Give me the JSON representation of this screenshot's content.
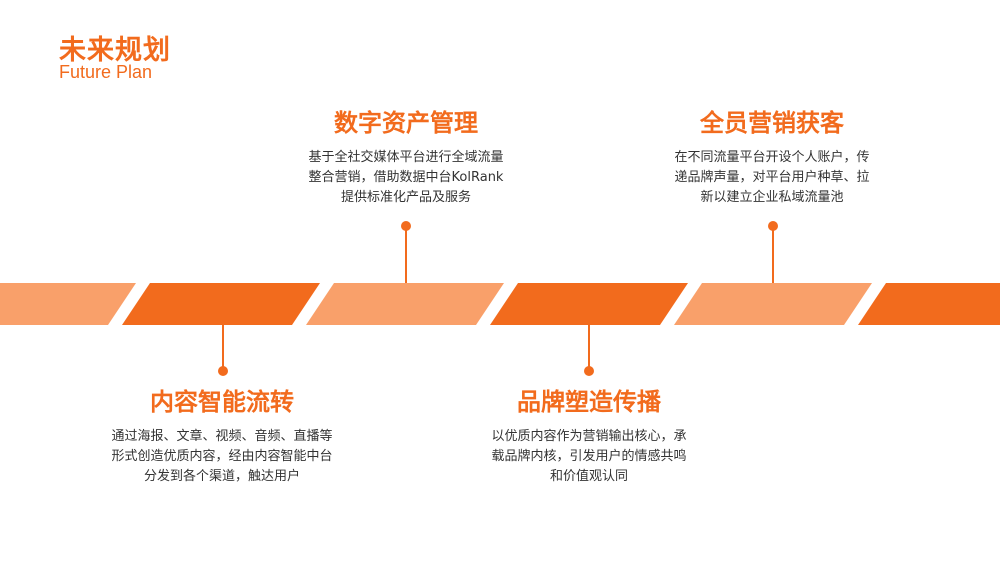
{
  "title": {
    "cn": "未来规划",
    "en": "Future Plan"
  },
  "items": [
    {
      "title": "数字资产管理",
      "lines": [
        "基于全社交媒体平台进行全域流量",
        "整合营销，借助数据中台KolRank",
        "提供标准化产品及服务"
      ]
    },
    {
      "title": "全员营销获客",
      "lines": [
        "在不同流量平台开设个人账户，传",
        "递品牌声量，对平台用户种草、拉",
        "新以建立企业私域流量池"
      ]
    },
    {
      "title": "内容智能流转",
      "lines": [
        "通过海报、文章、视频、音频、直播等",
        "形式创造优质内容，经由内容智能中台",
        "分发到各个渠道，触达用户"
      ]
    },
    {
      "title": "品牌塑造传播",
      "lines": [
        "以优质内容作为营销输出核心，承",
        "载品牌内核，引发用户的情感共鸣",
        "和价值观认同"
      ]
    }
  ],
  "colors": {
    "accent": "#f26b1d",
    "light": "#f9a06a",
    "text": "#333333"
  }
}
